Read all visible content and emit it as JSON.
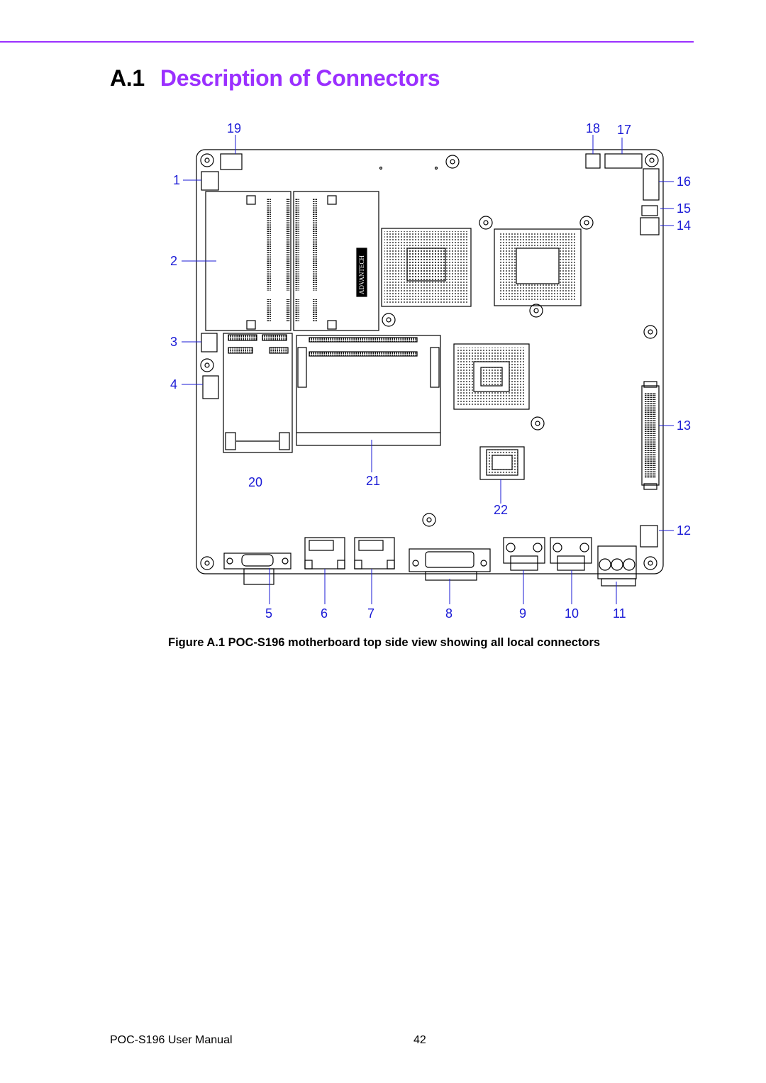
{
  "colors": {
    "accent": "#9b30ff",
    "callout": "#1a1ad6",
    "board_line": "#000000",
    "text": "#000000"
  },
  "heading": {
    "number": "A.1",
    "title": "Description of Connectors"
  },
  "figure": {
    "callouts": [
      "1",
      "2",
      "3",
      "4",
      "5",
      "6",
      "7",
      "8",
      "9",
      "10",
      "11",
      "12",
      "13",
      "14",
      "15",
      "16",
      "17",
      "18",
      "19",
      "20",
      "21",
      "22"
    ],
    "silkscreen_logo": "ADVANTECH",
    "caption": "Figure A.1 POC-S196 motherboard top side view showing all local connectors"
  },
  "footer": {
    "manual_name": "POC-S196 User Manual",
    "page_number": "42"
  }
}
